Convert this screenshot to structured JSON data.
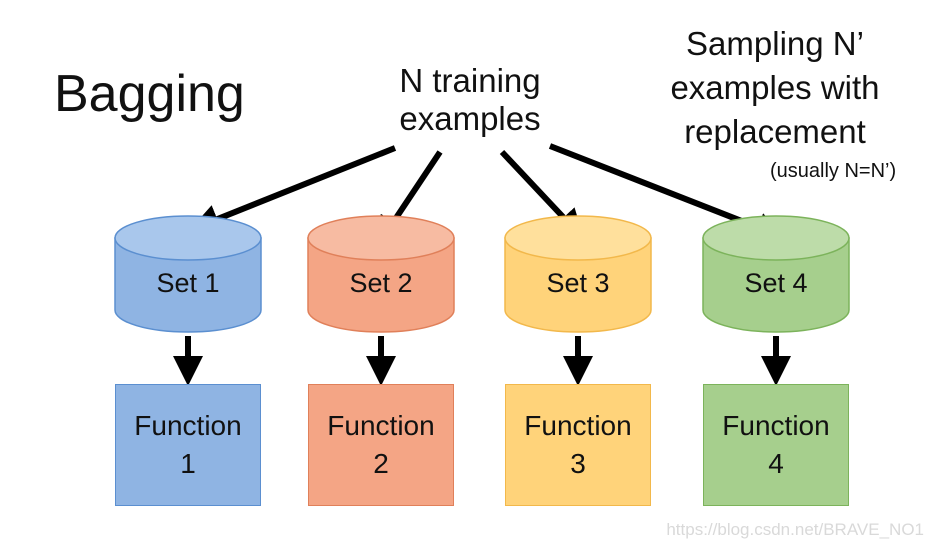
{
  "title": "Bagging",
  "source_label": "N training\nexamples",
  "sampling_label": "Sampling N’\nexamples with\nreplacement",
  "sampling_note": "(usually N=N’)",
  "watermark": "https://blog.csdn.net/BRAVE_NO1",
  "sets": [
    {
      "label": "Set 1",
      "function_label": "Function\n1",
      "fill": "#8fb4e3",
      "fill_top": "#a9c7ec",
      "stroke": "#5b8fd0"
    },
    {
      "label": "Set 2",
      "function_label": "Function\n2",
      "fill": "#f4a585",
      "fill_top": "#f7bba2",
      "stroke": "#e0805a"
    },
    {
      "label": "Set 3",
      "function_label": "Function\n3",
      "fill": "#ffd37a",
      "fill_top": "#ffe09c",
      "stroke": "#f2b84b"
    },
    {
      "label": "Set 4",
      "function_label": "Function\n4",
      "fill": "#a6cf8d",
      "fill_top": "#bddca9",
      "stroke": "#7cb35b"
    }
  ]
}
